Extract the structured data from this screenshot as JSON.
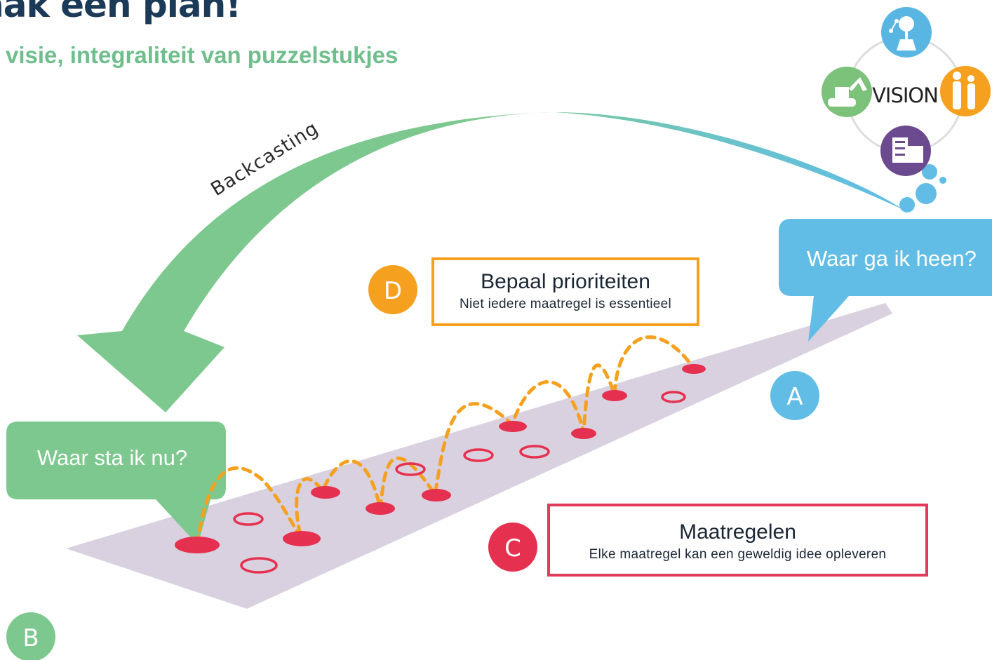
{
  "title": "aak een plan!",
  "subtitle": "visie, integraliteit van puzzelstukjes",
  "arrow_label": "Backcasting",
  "bubbles": {
    "current": "Waar sta ik nu?",
    "future": "Waar ga ik heen?"
  },
  "vision_label": "VISION",
  "markers": {
    "a": "A",
    "b": "B",
    "c": "C",
    "d": "D"
  },
  "priorities": {
    "heading": "Bepaal prioriteiten",
    "text": "Niet iedere maatregel is essentieel"
  },
  "measures": {
    "heading": "Maatregelen",
    "text": "Elke maatregel kan een geweldig idee opleveren"
  },
  "colors": {
    "navy": "#1b3a57",
    "green": "#7dc88e",
    "blue": "#62bde6",
    "orange": "#f5a11f",
    "red": "#e6304f",
    "purple": "#6b4a8f",
    "path": "#d9d1e0"
  },
  "icons": [
    "network-icon",
    "excavator-icon",
    "family-icon",
    "building-icon"
  ]
}
